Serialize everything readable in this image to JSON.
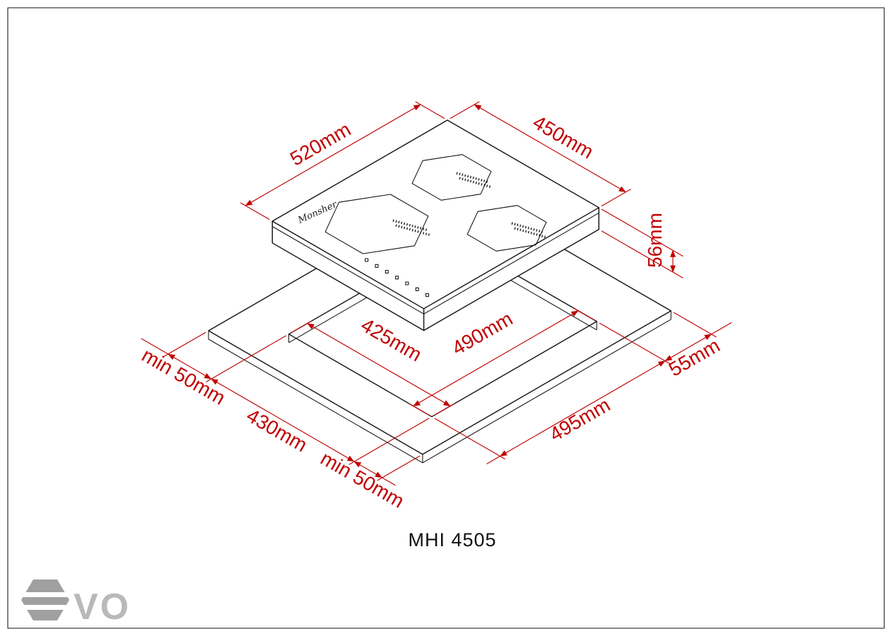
{
  "product": {
    "model": "MHI 4505",
    "brand": "Monsher"
  },
  "dimensions": {
    "hob_width": "520mm",
    "hob_depth": "450mm",
    "hob_height": "56mm",
    "cutout_depth": "425mm",
    "cutout_width": "490mm",
    "clearance_back": "min 50mm",
    "worktop_left": "430mm",
    "clearance_front": "min 50mm",
    "side_clearance": "55mm",
    "worktop_right": "495mm"
  },
  "logo": {
    "text": "VO"
  },
  "colors": {
    "dimension": "#c00000",
    "line": "#111111",
    "logo_mark": "#a0a0a0",
    "logo_text": "#b9b9b9"
  }
}
